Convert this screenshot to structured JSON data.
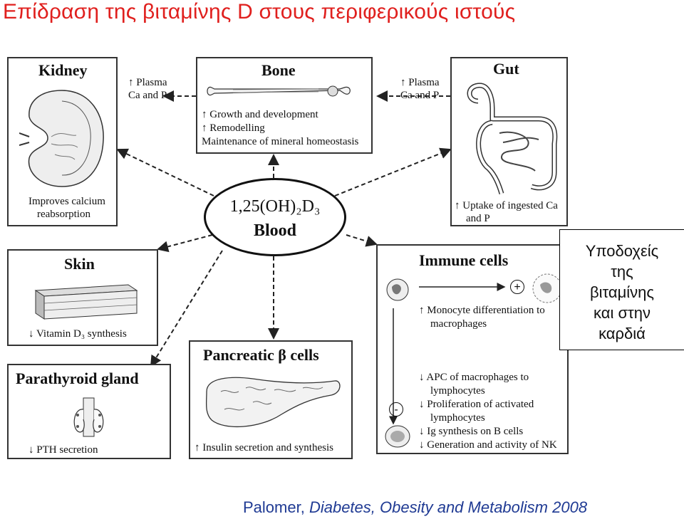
{
  "title": "Επίδραση της βιταμίνης D στους περιφερικούς ιστούς",
  "center": {
    "formula": "1,25(OH)₂D₃",
    "label": "Blood"
  },
  "kidney": {
    "title": "Kidney",
    "effect_line1": "Improves calcium",
    "effect_line2": "reabsorption"
  },
  "bone": {
    "title": "Bone",
    "effects": [
      "↑ Growth and development",
      "↑ Remodelling",
      "Maintenance of mineral homeostasis"
    ]
  },
  "gut": {
    "title": "Gut",
    "effect_line1": "↑  Uptake of ingested Ca",
    "effect_line2": "and P"
  },
  "plasma_left": {
    "line1": "↑ Plasma",
    "line2": "Ca and P"
  },
  "plasma_right": {
    "line1": "↑ Plasma",
    "line2": "Ca and P"
  },
  "skin": {
    "title": "Skin",
    "effect": "↓ Vitamin D₃ synthesis"
  },
  "parathyroid": {
    "title": "Parathyroid gland",
    "effect": "↓ PTH secretion"
  },
  "pancreas": {
    "title": "Pancreatic β cells",
    "effect": "↑ Insulin secretion and synthesis"
  },
  "immune": {
    "title": "Immune cells",
    "plus": "+",
    "minus": "-",
    "effect_line1": "↑ Monocyte differentiation to",
    "effect_line2": "macrophages",
    "down_effects": [
      "↓ APC of macrophages to",
      "lymphocytes",
      "↓ Proliferation of activated",
      "lymphocytes",
      "↓ Ig synthesis on B cells",
      "↓ Generation and activity of NK"
    ]
  },
  "receptor_note": {
    "lines": [
      "Υποδοχείς",
      "της",
      "βιταμίνης",
      "και στην",
      "καρδιά"
    ]
  },
  "citation": {
    "author": "Palomer,",
    "journal": "Diabetes, Obesity and Metabolism 2008"
  },
  "colors": {
    "title": "#e0201e",
    "citation": "#1f3a93",
    "line": "#333333"
  }
}
